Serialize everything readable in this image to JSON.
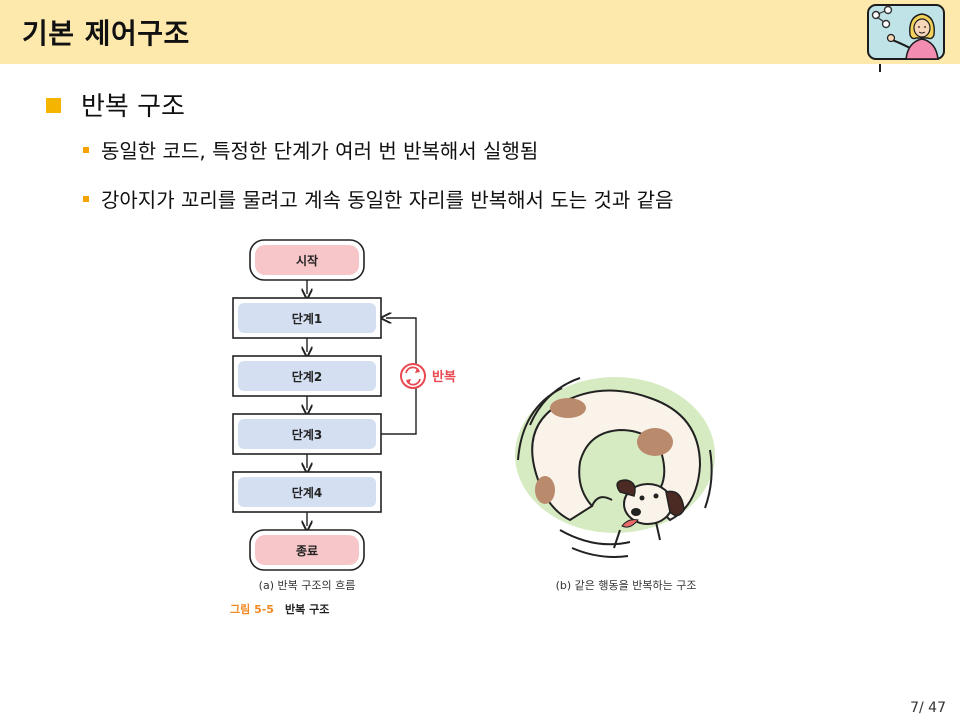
{
  "slide": {
    "title": "기본 제어구조",
    "page_number": "7/ 47"
  },
  "content": {
    "heading": "반복 구조",
    "bullets": [
      "동일한 코드, 특정한 단계가 여러 번 반복해서 실행됨",
      "강아지가 꼬리를 물려고 계속 동일한 자리를 반복해서 도는 것과 같음"
    ]
  },
  "figure": {
    "flow": {
      "start": "시작",
      "steps": [
        "단계1",
        "단계2",
        "단계3",
        "단계4"
      ],
      "end": "종료",
      "loop_label": "반복"
    },
    "caption_a": "(a) 반복 구조의 흐름",
    "caption_b": "(b) 같은 행동을 반복하는 구조",
    "figure_number": "그림 5-5",
    "figure_title": "반복 구조",
    "colors": {
      "terminal_fill": "#f6c6c9",
      "step_fill": "#d5dff2",
      "accent": "#f08a24",
      "loop_icon": "#e8484f",
      "blob": "#d7ebc2"
    }
  }
}
